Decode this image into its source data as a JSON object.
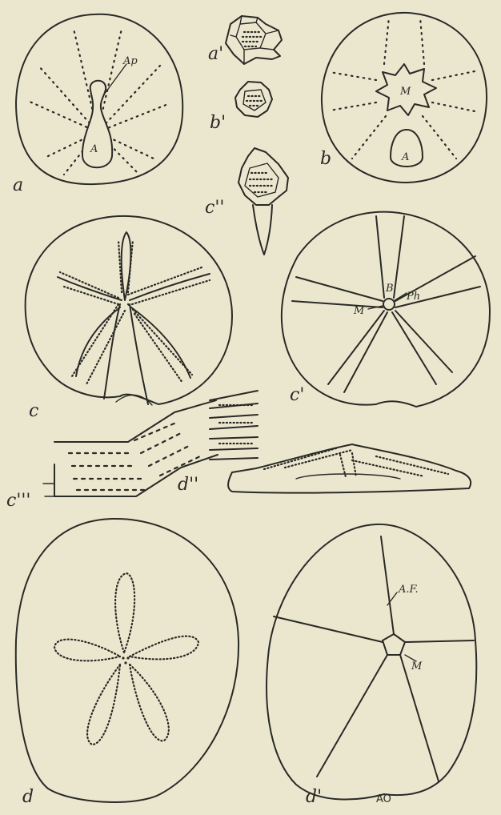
{
  "figure_labels": {
    "a": "a",
    "a_prime": "a'",
    "b_prime": "b'",
    "b": "b",
    "c_double_prime": "c''",
    "c": "c",
    "c_prime": "c'",
    "c_triple_prime": "c'''",
    "d_double_prime": "d''",
    "d": "d",
    "d_prime": "d'"
  },
  "part_labels": {
    "ap": "Ap",
    "a_in_a": "A",
    "m_in_b": "M",
    "a_in_b": "A",
    "b_in_c_prime": "B",
    "m_in_c_prime": "M",
    "ph": "Ph",
    "af": "A.F.",
    "m_in_d_prime": "M",
    "ao": "AO"
  }
}
